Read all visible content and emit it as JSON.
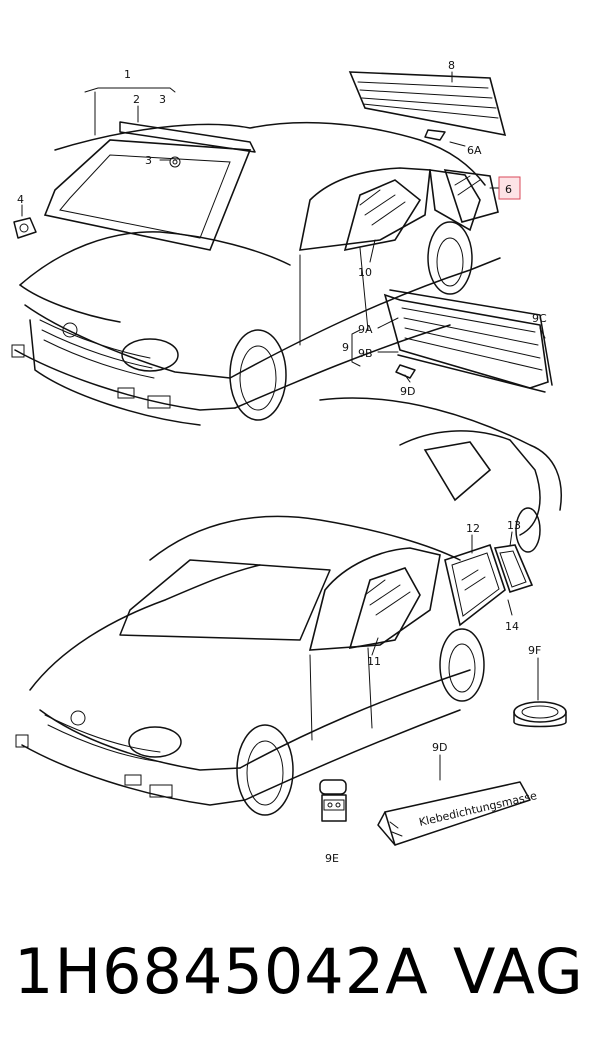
{
  "diagram": {
    "callouts": {
      "c1": "1",
      "c2": "2",
      "c3": "3",
      "c3b": "3",
      "c4": "4",
      "c8": "8",
      "c6A": "6A",
      "c6": "6",
      "c10": "10",
      "c9A": "9A",
      "c9C": "9C",
      "c9": "9",
      "c9B": "9B",
      "c9D_top": "9D",
      "c12": "12",
      "c13": "13",
      "c14": "14",
      "c11": "11",
      "c9F": "9F",
      "c9D_bottom": "9D",
      "c9E": "9E"
    },
    "tube_text": "Klebedichtungsmasse",
    "highlighted_callout": "6",
    "highlight_color": "#fde3e6",
    "highlight_border": "#d94a5a"
  },
  "footer": {
    "part_number": "1H6845042A",
    "brand": "VAG"
  }
}
